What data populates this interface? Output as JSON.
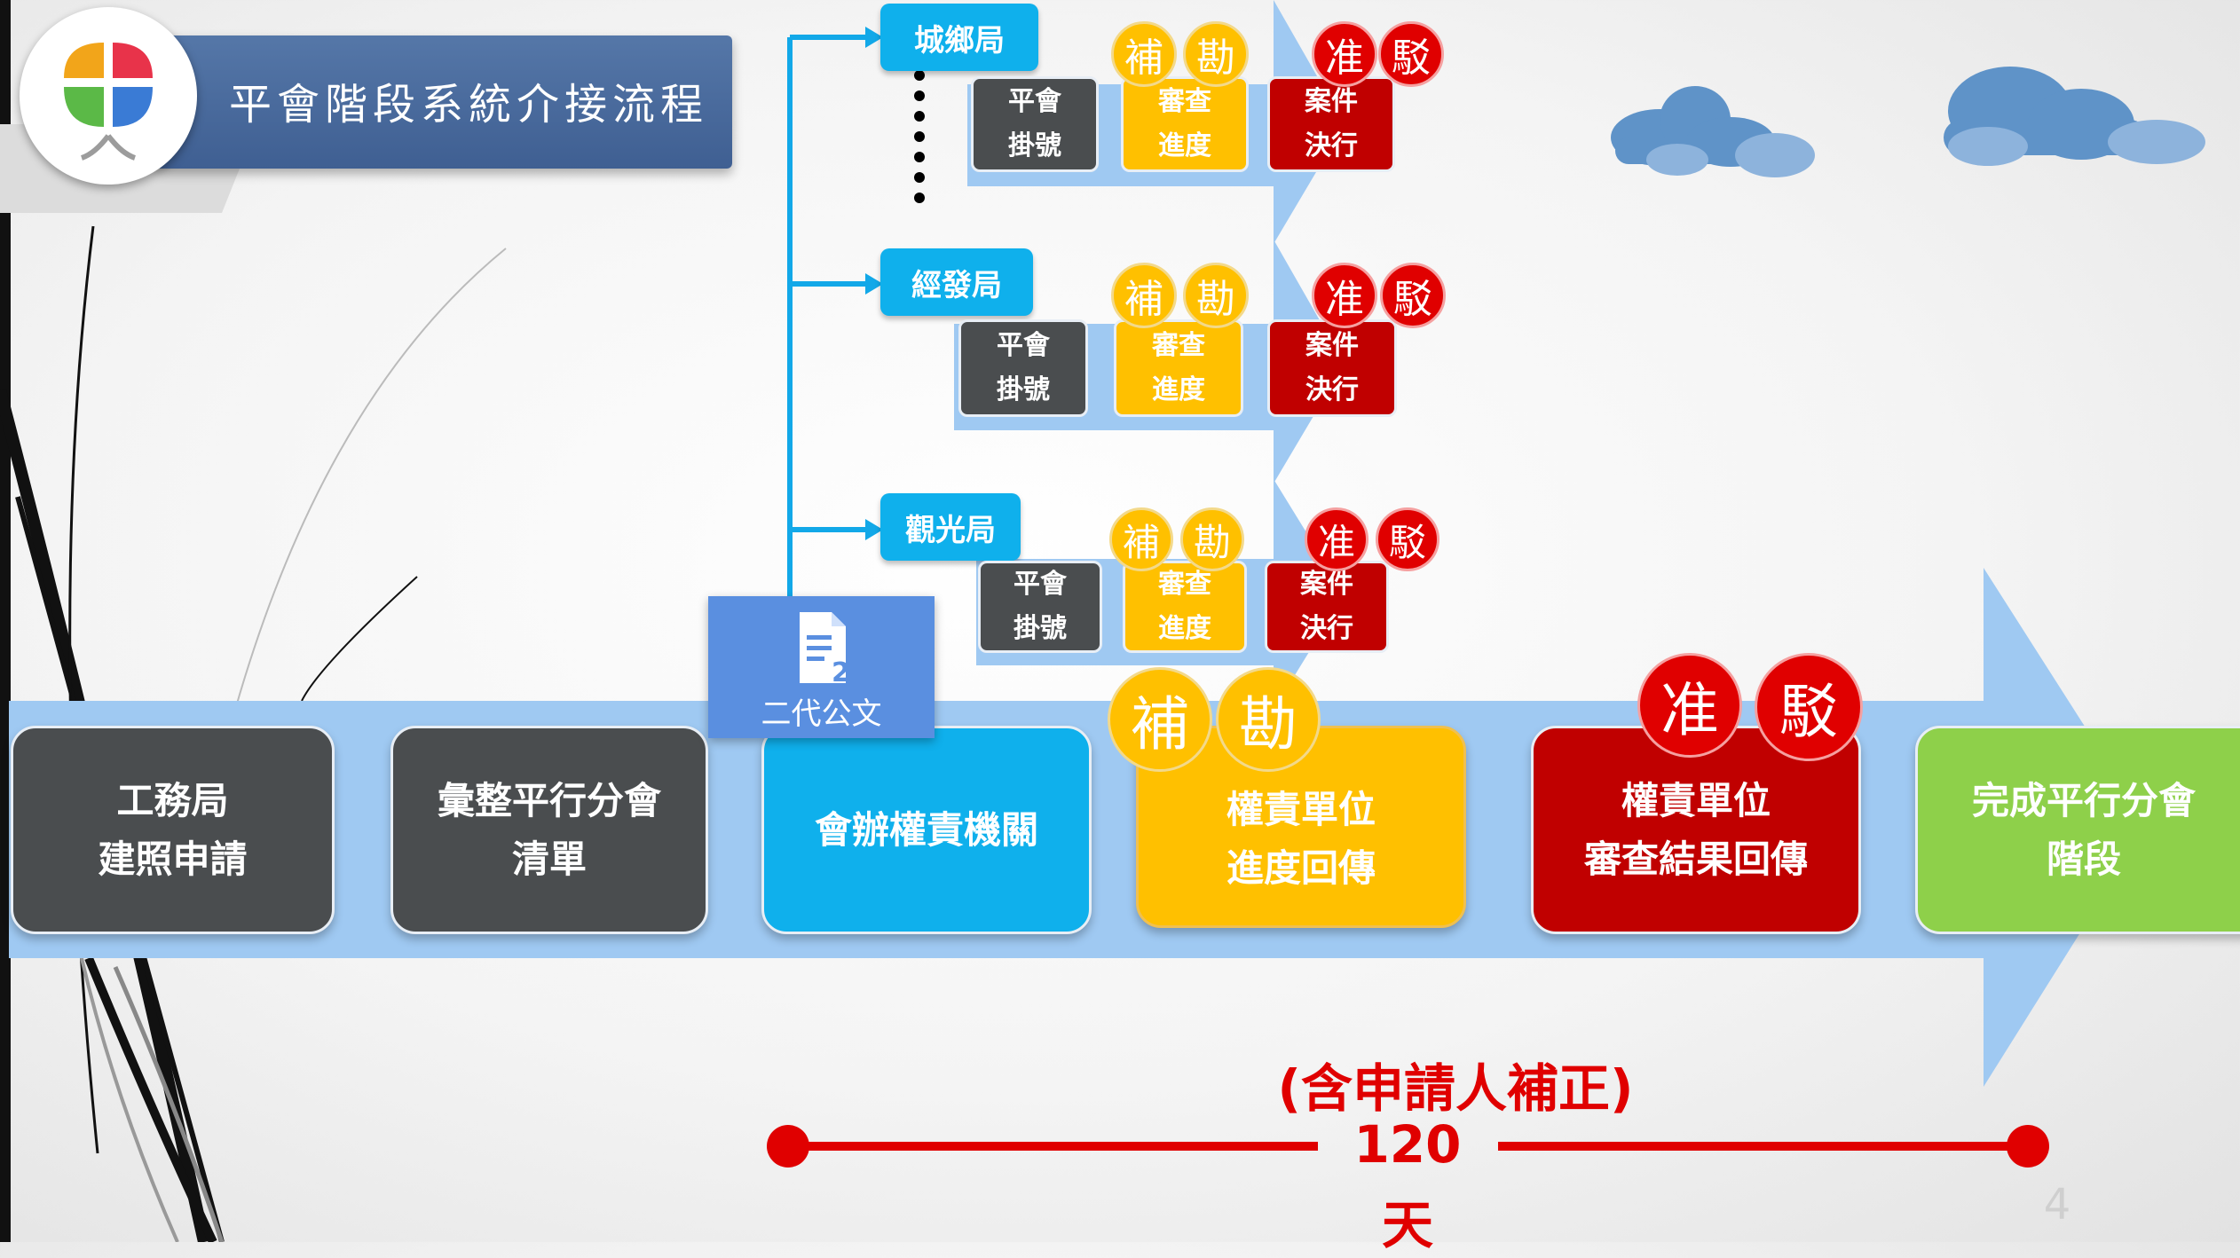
{
  "title": "平會階段系統介接流程",
  "main_steps": [
    {
      "lines": [
        "工務局",
        "建照申請"
      ]
    },
    {
      "lines": [
        "彙整平行分會",
        "清單"
      ]
    },
    {
      "lines": [
        "會辦權責機關"
      ]
    },
    {
      "lines": [
        "權責單位",
        "進度回傳"
      ]
    },
    {
      "lines": [
        "權責單位",
        "審查結果回傳"
      ]
    },
    {
      "lines": [
        "完成平行分會",
        "階段"
      ]
    }
  ],
  "document": {
    "label": "二代公文"
  },
  "agencies": [
    {
      "name": "城鄉局"
    },
    {
      "name": "經發局"
    },
    {
      "name": "觀光局"
    }
  ],
  "sub_boxes": {
    "register": [
      "平會",
      "掛號"
    ],
    "progress": [
      "審查",
      "進度"
    ],
    "decision": [
      "案件",
      "決行"
    ]
  },
  "seals": {
    "supplement": "補",
    "inspect": "勘",
    "approve": "准",
    "reject": "駁"
  },
  "timeline": {
    "note": "(含申請人補正)",
    "days": "120",
    "unit": "天"
  },
  "page_number": "4",
  "colors": {
    "dark": "#4a4d4f",
    "blue": "#0fb0ec",
    "yellow": "#ffc000",
    "red": "#c00000",
    "green": "#8ed04a",
    "arrow": "#9fc9f2",
    "timeline": "#e00000",
    "cloud": "#5f93c8"
  },
  "icons": [
    "logo-icon",
    "document-icon",
    "cloud-icon"
  ]
}
